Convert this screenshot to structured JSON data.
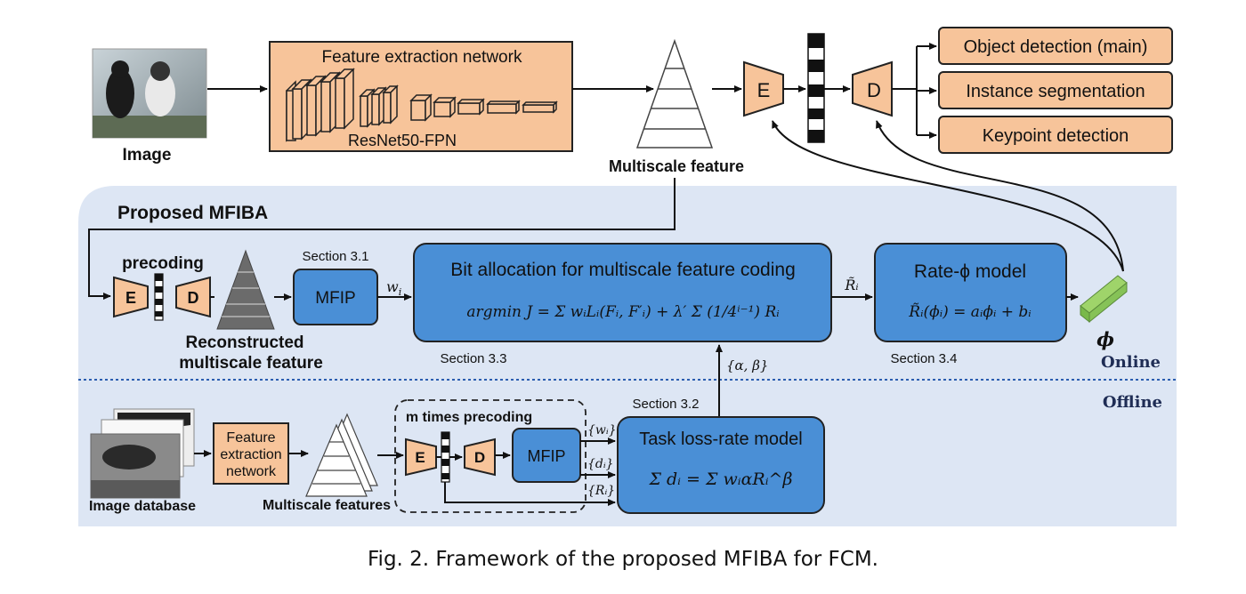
{
  "top": {
    "image_label": "Image",
    "fen_title": "Feature extraction network",
    "fen_subtitle": "ResNet50-FPN",
    "multiscale_label": "Multiscale feature",
    "encoder": "E",
    "decoder": "D",
    "tasks": [
      "Object detection (main)",
      "Instance segmentation",
      "Keypoint detection"
    ]
  },
  "online": {
    "panel_title": "Proposed MFIBA",
    "precoding_label": "precoding",
    "encoder": "E",
    "decoder": "D",
    "recon_label_line1": "Reconstructed",
    "recon_label_line2": "multiscale feature",
    "section_31": "Section 3.1",
    "mfip": "MFIP",
    "w_label": "w",
    "w_sub": "i",
    "bit_alloc_title": "Bit allocation for multiscale feature  coding",
    "bit_alloc_formula": "argmin J = Σ wᵢLᵢ(Fᵢ, F′ᵢ) + λ′ Σ (1/4ⁱ⁻¹) Rᵢ",
    "section_33": "Section 3.3",
    "r_label": "R̃ᵢ",
    "rate_phi_title": "Rate-ϕ model",
    "rate_phi_formula": "R̃ᵢ(ϕᵢ) = aᵢϕᵢ + bᵢ",
    "section_34": "Section 3.4",
    "alpha_beta": "{α, β}",
    "phi_symbol": "ϕ",
    "online_label": "Online"
  },
  "offline": {
    "offline_label": "Offline",
    "db_label": "Image database",
    "fen_line1": "Feature",
    "fen_line2": "extraction",
    "fen_line3": "network",
    "msf_label": "Multiscale features",
    "m_times_label": "m times precoding",
    "encoder": "E",
    "decoder": "D",
    "mfip": "MFIP",
    "w_set": "{wᵢ}",
    "d_set": "{dᵢ}",
    "r_set": "{Rᵢ}",
    "section_32": "Section 3.2",
    "task_loss_title": "Task loss-rate model",
    "task_loss_formula": "Σ dᵢ = Σ wᵢαRᵢ^β"
  },
  "caption": "Fig. 2.  Framework of the proposed MFIBA for FCM.",
  "colors": {
    "orange": "#f7c49a",
    "blue": "#4a8fd6",
    "panel": "#dde6f4",
    "dark_navy": "#1f2d55",
    "green": "#9fd46a"
  }
}
